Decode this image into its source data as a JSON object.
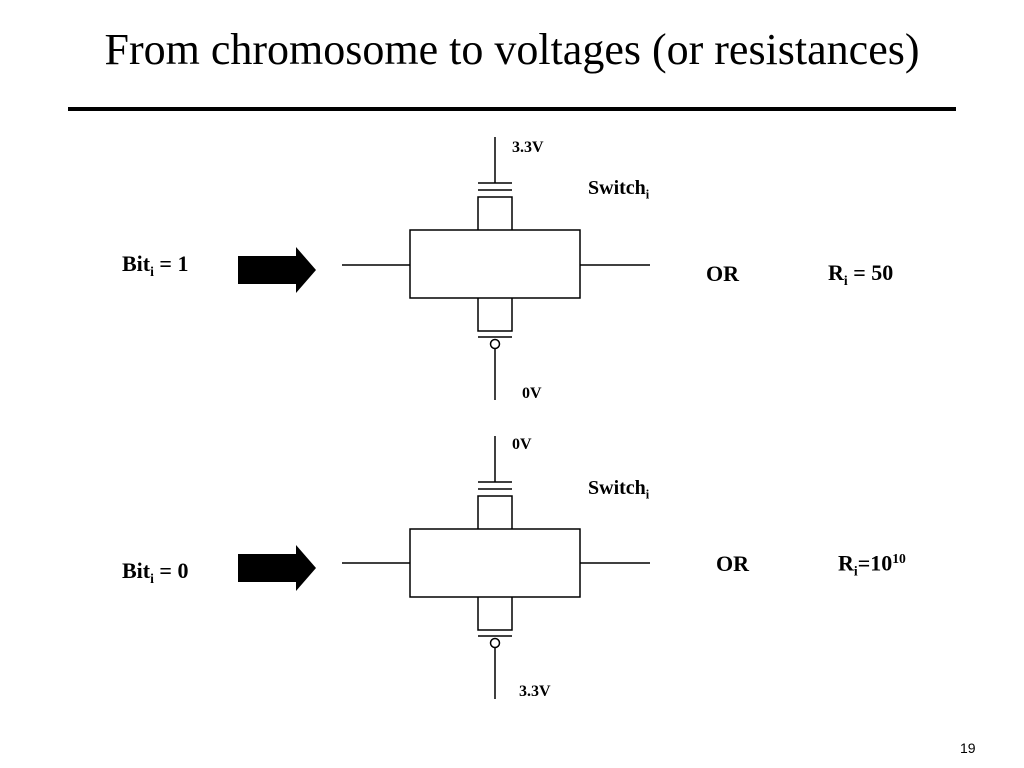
{
  "slide": {
    "title": "From chromosome to voltages (or resistances)",
    "page_number": "19"
  },
  "circuits": [
    {
      "bit_label": "Bit",
      "bit_subscript": "i",
      "bit_value_text": " = 1",
      "top_voltage": "3.3V",
      "bottom_voltage": "0V",
      "switch_label": "Switch",
      "switch_subscript": "i",
      "or_text": "OR",
      "resistance_label": "R",
      "resistance_subscript": "i",
      "resistance_value_text": " = 50",
      "resistance_exponent": ""
    },
    {
      "bit_label": "Bit",
      "bit_subscript": "i",
      "bit_value_text": " = 0",
      "top_voltage": "0V",
      "bottom_voltage": "3.3V",
      "switch_label": "Switch",
      "switch_subscript": "i",
      "or_text": "OR",
      "resistance_label": "R",
      "resistance_subscript": "i",
      "resistance_value_text": "=10",
      "resistance_exponent": "10"
    }
  ]
}
